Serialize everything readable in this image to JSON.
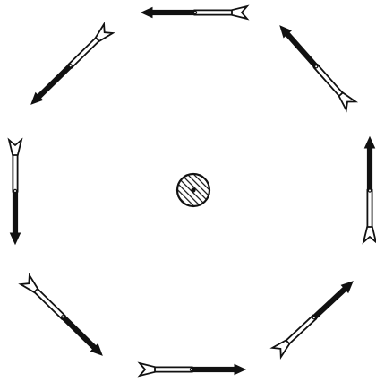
{
  "diagram": {
    "stroke_color": "#111111",
    "background_color": "#ffffff",
    "center_target": {
      "icon": "hatched-circle-target-icon",
      "fill_pattern": "diagonal-hatch"
    },
    "arrows": [
      {
        "id": "top",
        "icon": "arrow-icon",
        "points_toward": "left"
      },
      {
        "id": "top-right",
        "icon": "arrow-icon",
        "points_toward": "up-left"
      },
      {
        "id": "right",
        "icon": "arrow-icon",
        "points_toward": "up"
      },
      {
        "id": "bottom-right",
        "icon": "arrow-icon",
        "points_toward": "up-right"
      },
      {
        "id": "bottom",
        "icon": "arrow-icon",
        "points_toward": "right"
      },
      {
        "id": "bottom-left",
        "icon": "arrow-icon",
        "points_toward": "down-right"
      },
      {
        "id": "left",
        "icon": "arrow-icon",
        "points_toward": "down"
      },
      {
        "id": "top-left",
        "icon": "arrow-icon",
        "points_toward": "down-left"
      }
    ]
  }
}
